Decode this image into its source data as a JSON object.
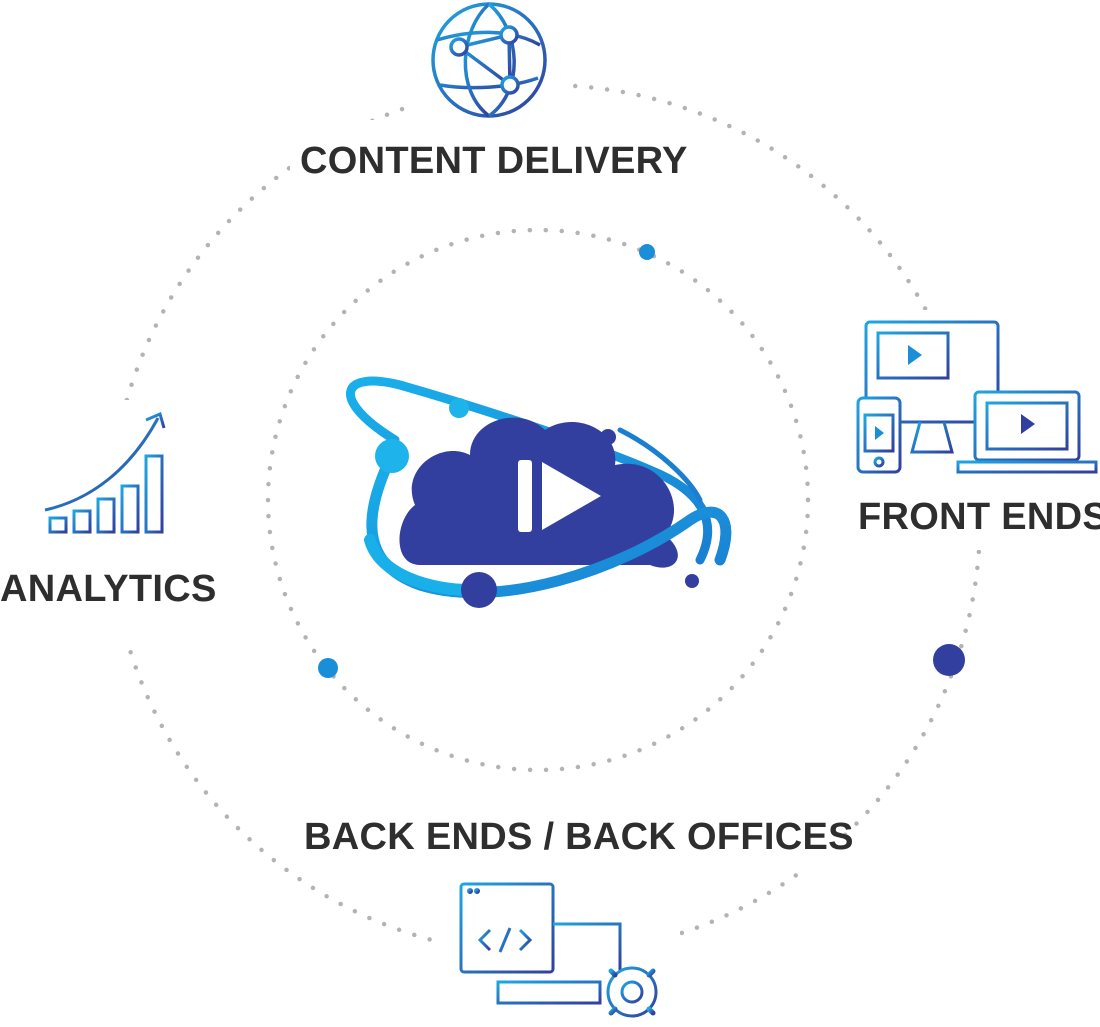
{
  "labels": {
    "content_delivery": "CONTENT DELIVERY",
    "front_ends": "FRONT ENDS",
    "analytics": "ANALYTICS",
    "back_ends": "BACK ENDS / BACK OFFICES"
  },
  "icons": {
    "center": "cloud-play-orbit-icon",
    "content_delivery": "globe-network-icon",
    "front_ends": "multi-device-video-icon",
    "analytics": "growth-bar-chart-icon",
    "back_ends": "code-window-gear-icon"
  },
  "colors": {
    "text": "#2e2e2e",
    "dark_blue": "#323f9e",
    "light_blue": "#1ea6e2",
    "mid_blue": "#1a7fd1",
    "dots": "#b3b3b3"
  }
}
